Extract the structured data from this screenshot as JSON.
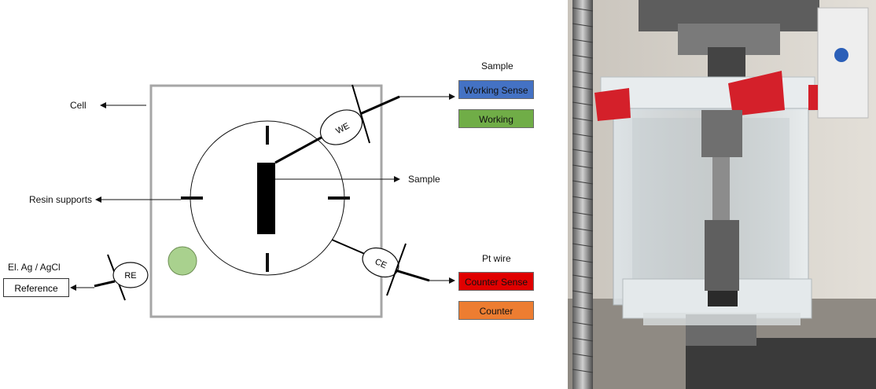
{
  "labels": {
    "cell": "Cell",
    "resin_supports": "Resin supports",
    "sample_pointer": "Sample",
    "el_ag_agcl": "El. Ag / AgCl",
    "sample_group": "Sample",
    "pt_wire": "Pt wire"
  },
  "electrodes": {
    "we": "WE",
    "re": "RE",
    "ce": "CE"
  },
  "boxes": {
    "reference": "Reference",
    "working_sense": "Working Sense",
    "working": "Working",
    "counter_sense": "Counter Sense",
    "counter": "Counter"
  },
  "colors": {
    "working_sense": "#4472c4",
    "working": "#70ad47",
    "counter_sense": "#e00000",
    "counter": "#ed7d31",
    "reference_bulb": "#a9d18e",
    "cell_border": "#a6a6a6",
    "photo_frame_red": "#d4202a"
  }
}
